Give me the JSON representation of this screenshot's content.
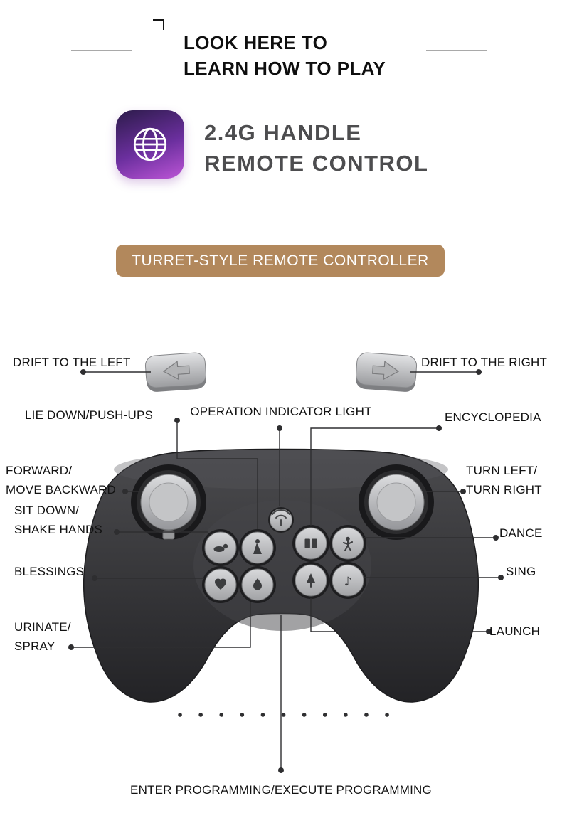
{
  "header": {
    "line1": "LOOK HERE TO",
    "line2": "LEARN HOW TO PLAY"
  },
  "product": {
    "title_line1": "2.4G HANDLE",
    "title_line2": "REMOTE CONTROL",
    "banner_label": "TURRET-STYLE REMOTE CONTROLLER"
  },
  "colors": {
    "banner_bg": "#b2885c",
    "icon_gradient_top": "#321d52",
    "icon_gradient_bottom": "#bc55d6",
    "controller_body": "#343437",
    "leader_line": "#2e2e30"
  },
  "icons": {
    "product": "globe-icon",
    "shoulder_left": "arrow-left-icon",
    "shoulder_right": "arrow-right-icon",
    "center_button": "signal-icon",
    "left_cluster": [
      "dog-lie-icon",
      "dog-sit-icon",
      "heart-icon",
      "droplet-icon"
    ],
    "right_cluster": [
      "book-icon",
      "dance-figure-icon",
      "launch-rocket-icon",
      "music-note-icon"
    ]
  },
  "callouts": {
    "drift_left": "DRIFT TO THE LEFT",
    "drift_right": "DRIFT TO THE RIGHT",
    "lie_down": "LIE DOWN/PUSH-UPS",
    "indicator_light": "OPERATION INDICATOR LIGHT",
    "encyclopedia": "ENCYCLOPEDIA",
    "forward_backward": "FORWARD/\nMOVE BACKWARD",
    "turn": "TURN LEFT/\nTURN RIGHT",
    "sit_shake": "SIT DOWN/\nSHAKE HANDS",
    "dance": "DANCE",
    "blessings": "BLESSINGS",
    "sing": "SING",
    "urinate_spray": "URINATE/\nSPRAY",
    "launch": "LAUNCH",
    "programming": "ENTER PROGRAMMING/EXECUTE PROGRAMMING"
  }
}
